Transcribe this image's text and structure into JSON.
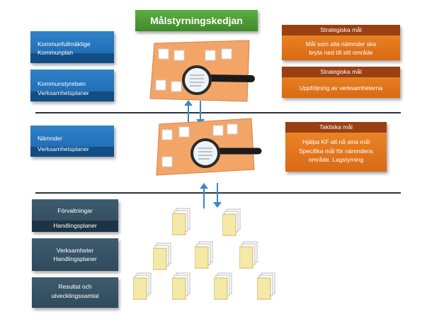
{
  "title": "Målstyrningskedjan",
  "left_boxes": [
    {
      "line1": "Kommunfullmäktige",
      "line2": "Kommunplan"
    },
    {
      "line1": "Kommunstyrelsen",
      "line2": "Verksamhetsplaner"
    },
    {
      "line1": "Nämnder",
      "line2": "Verksamhetsplaner"
    }
  ],
  "right_boxes": [
    {
      "header": "Strategiska mål",
      "lines": [
        "Mål som alla nämnder ska",
        "bryta ned till sitt område"
      ]
    },
    {
      "header": "Strategiska mål",
      "lines": [
        "Uppföljning av verksamheterna"
      ]
    },
    {
      "header": "Taktiska mål",
      "lines": [
        "Hjälpa KF att nå sina mål",
        "Specifika mål för nämndens",
        "område. Lagstyrning"
      ]
    }
  ],
  "bottom_boxes": [
    {
      "line1": "Förvaltningar",
      "line2": "Handlingsplaner"
    },
    {
      "line1": "Verksamheter",
      "line2": "Handlingsplaner"
    },
    {
      "line1": "Resultat och",
      "line2": "utvecklingssamtal"
    }
  ],
  "colors": {
    "blue": "#1b66ad",
    "orange": "#e07a20",
    "green": "#4a9a31",
    "dark": "#2e4a5c",
    "board": "#f0a060"
  },
  "icons": [
    "magnifier-icon",
    "document-icon",
    "arrow-up-icon",
    "arrow-down-icon"
  ]
}
